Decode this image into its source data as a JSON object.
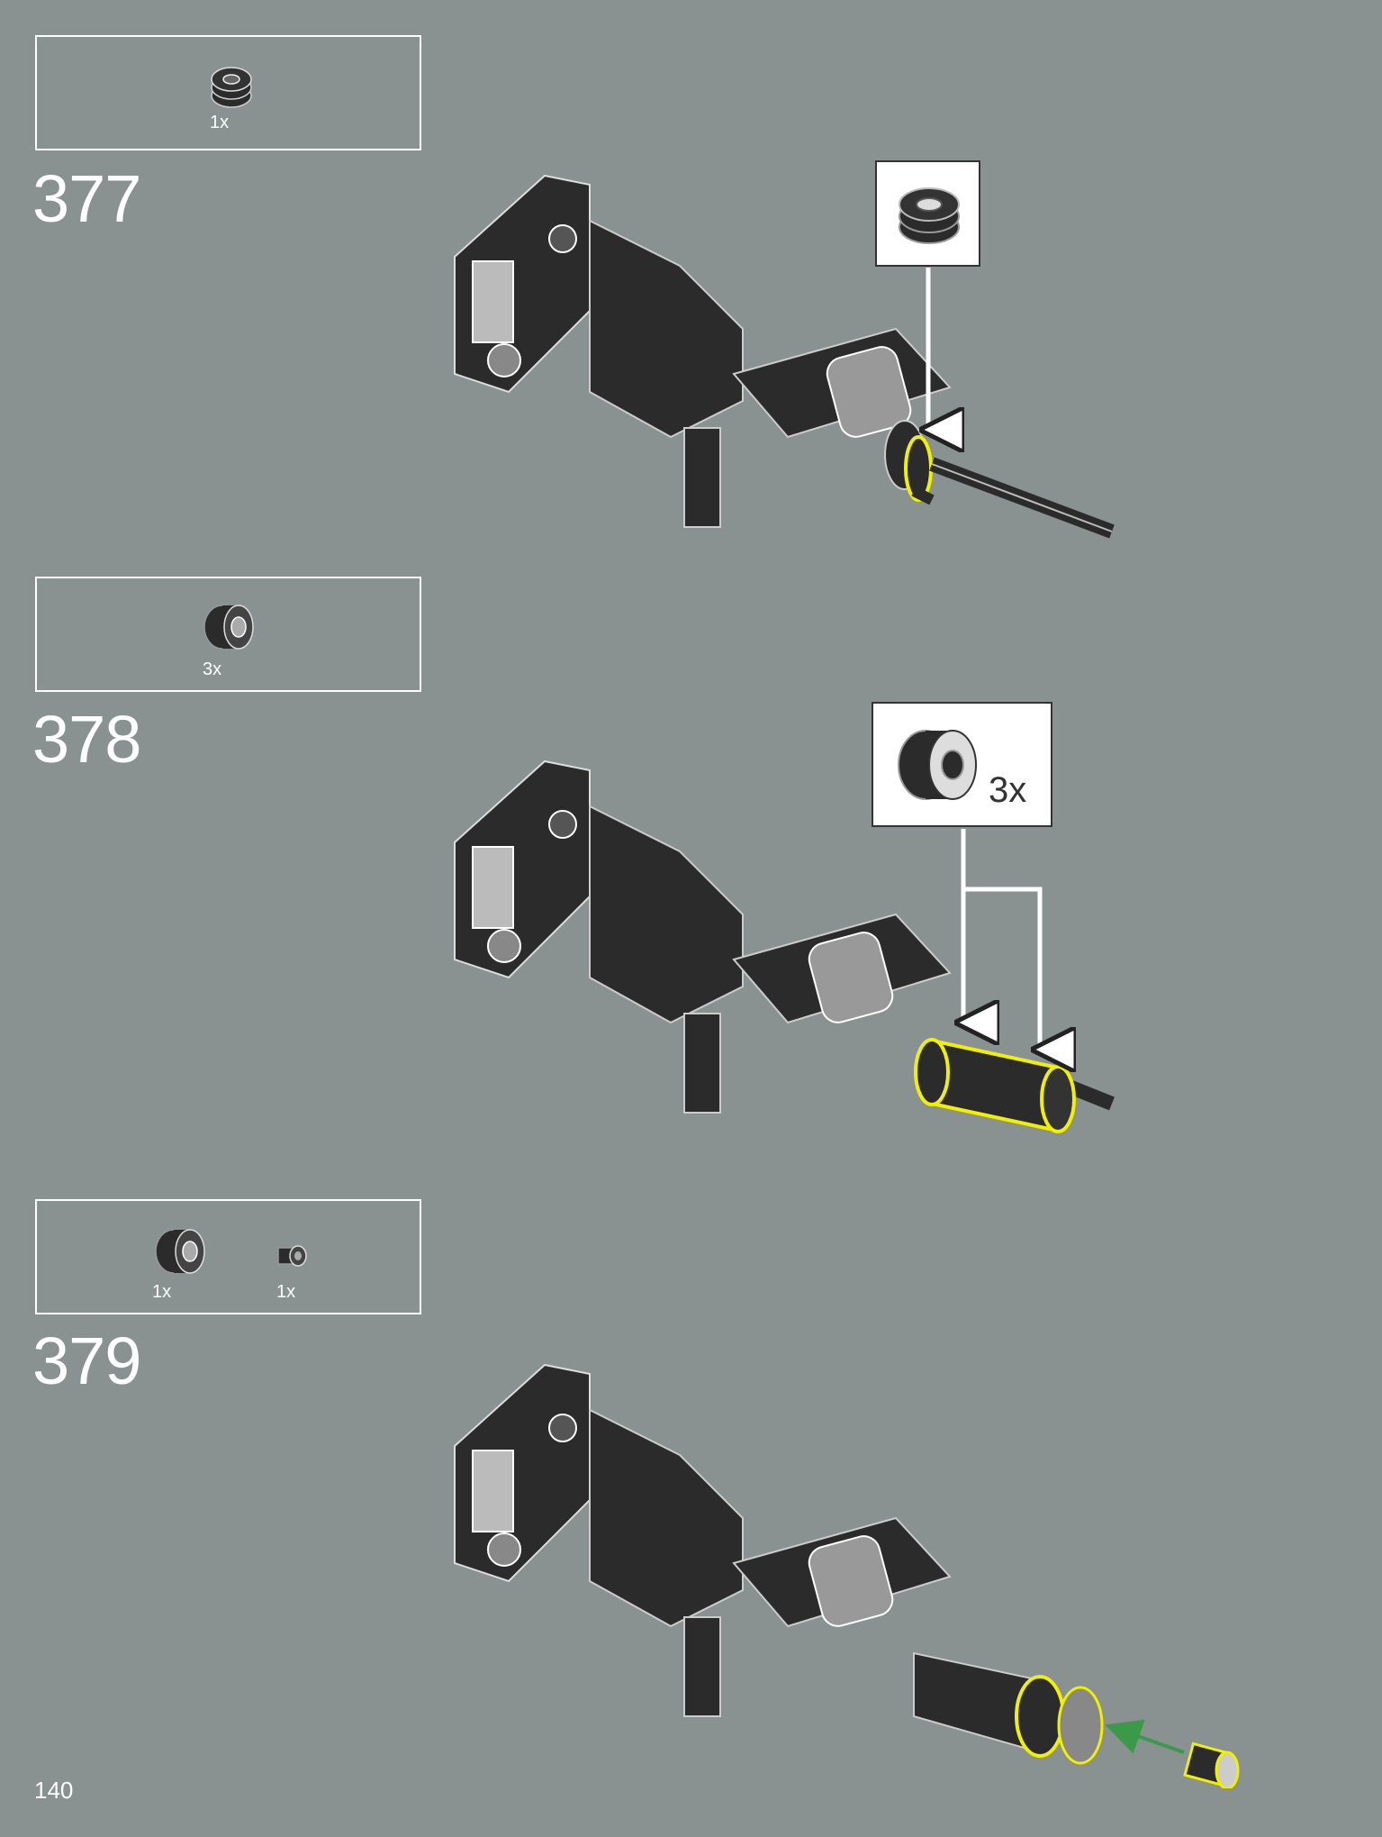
{
  "page": {
    "number": "140",
    "background": "#8a9191"
  },
  "colors": {
    "highlight": "#f0f000",
    "part_dark": "#2b2b2b",
    "arrow_green": "#3a9a4a"
  },
  "steps": [
    {
      "number": "377",
      "parts": [
        {
          "icon": "bearing-ring-icon",
          "qty": "1x"
        }
      ],
      "callout": {
        "icon": "bearing-ring-icon",
        "qty": ""
      }
    },
    {
      "number": "378",
      "parts": [
        {
          "icon": "wheel-hub-icon",
          "qty": "3x"
        }
      ],
      "callout": {
        "icon": "wheel-hub-icon",
        "qty": "3x"
      }
    },
    {
      "number": "379",
      "parts": [
        {
          "icon": "wheel-hub-icon",
          "qty": "1x"
        },
        {
          "icon": "axle-connector-icon",
          "qty": "1x"
        }
      ]
    }
  ]
}
